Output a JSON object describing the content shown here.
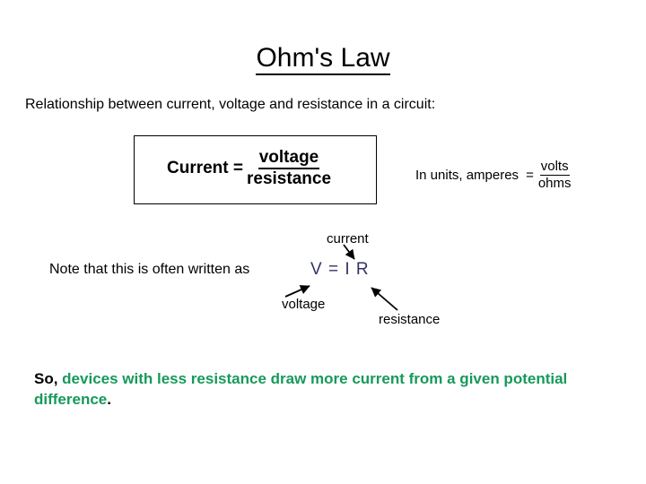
{
  "slide": {
    "title": "Ohm's Law",
    "subtitle": "Relationship between current, voltage and resistance in a circuit:",
    "equation_box": {
      "lhs": "Current =",
      "numerator": "voltage",
      "denominator": "resistance"
    },
    "units": {
      "prefix": "In units, amperes",
      "equals": "=",
      "numerator": "volts",
      "denominator": "ohms"
    },
    "note": {
      "text": "Note that this is often written as",
      "formula": "V = I R",
      "formula_color": "#333366",
      "labels": {
        "current": "current",
        "voltage": "voltage",
        "resistance": "resistance"
      },
      "arrows": [
        {
          "name": "current-arrow",
          "from": "current-label",
          "to": "I"
        },
        {
          "name": "voltage-arrow",
          "from": "voltage-label",
          "to": "V"
        },
        {
          "name": "resistance-arrow",
          "from": "resistance-label",
          "to": "R"
        }
      ]
    },
    "conclusion": {
      "lead": "So,",
      "body": " devices with less resistance draw more current from a given potential difference",
      "period": ".",
      "color": "#17995b"
    }
  }
}
